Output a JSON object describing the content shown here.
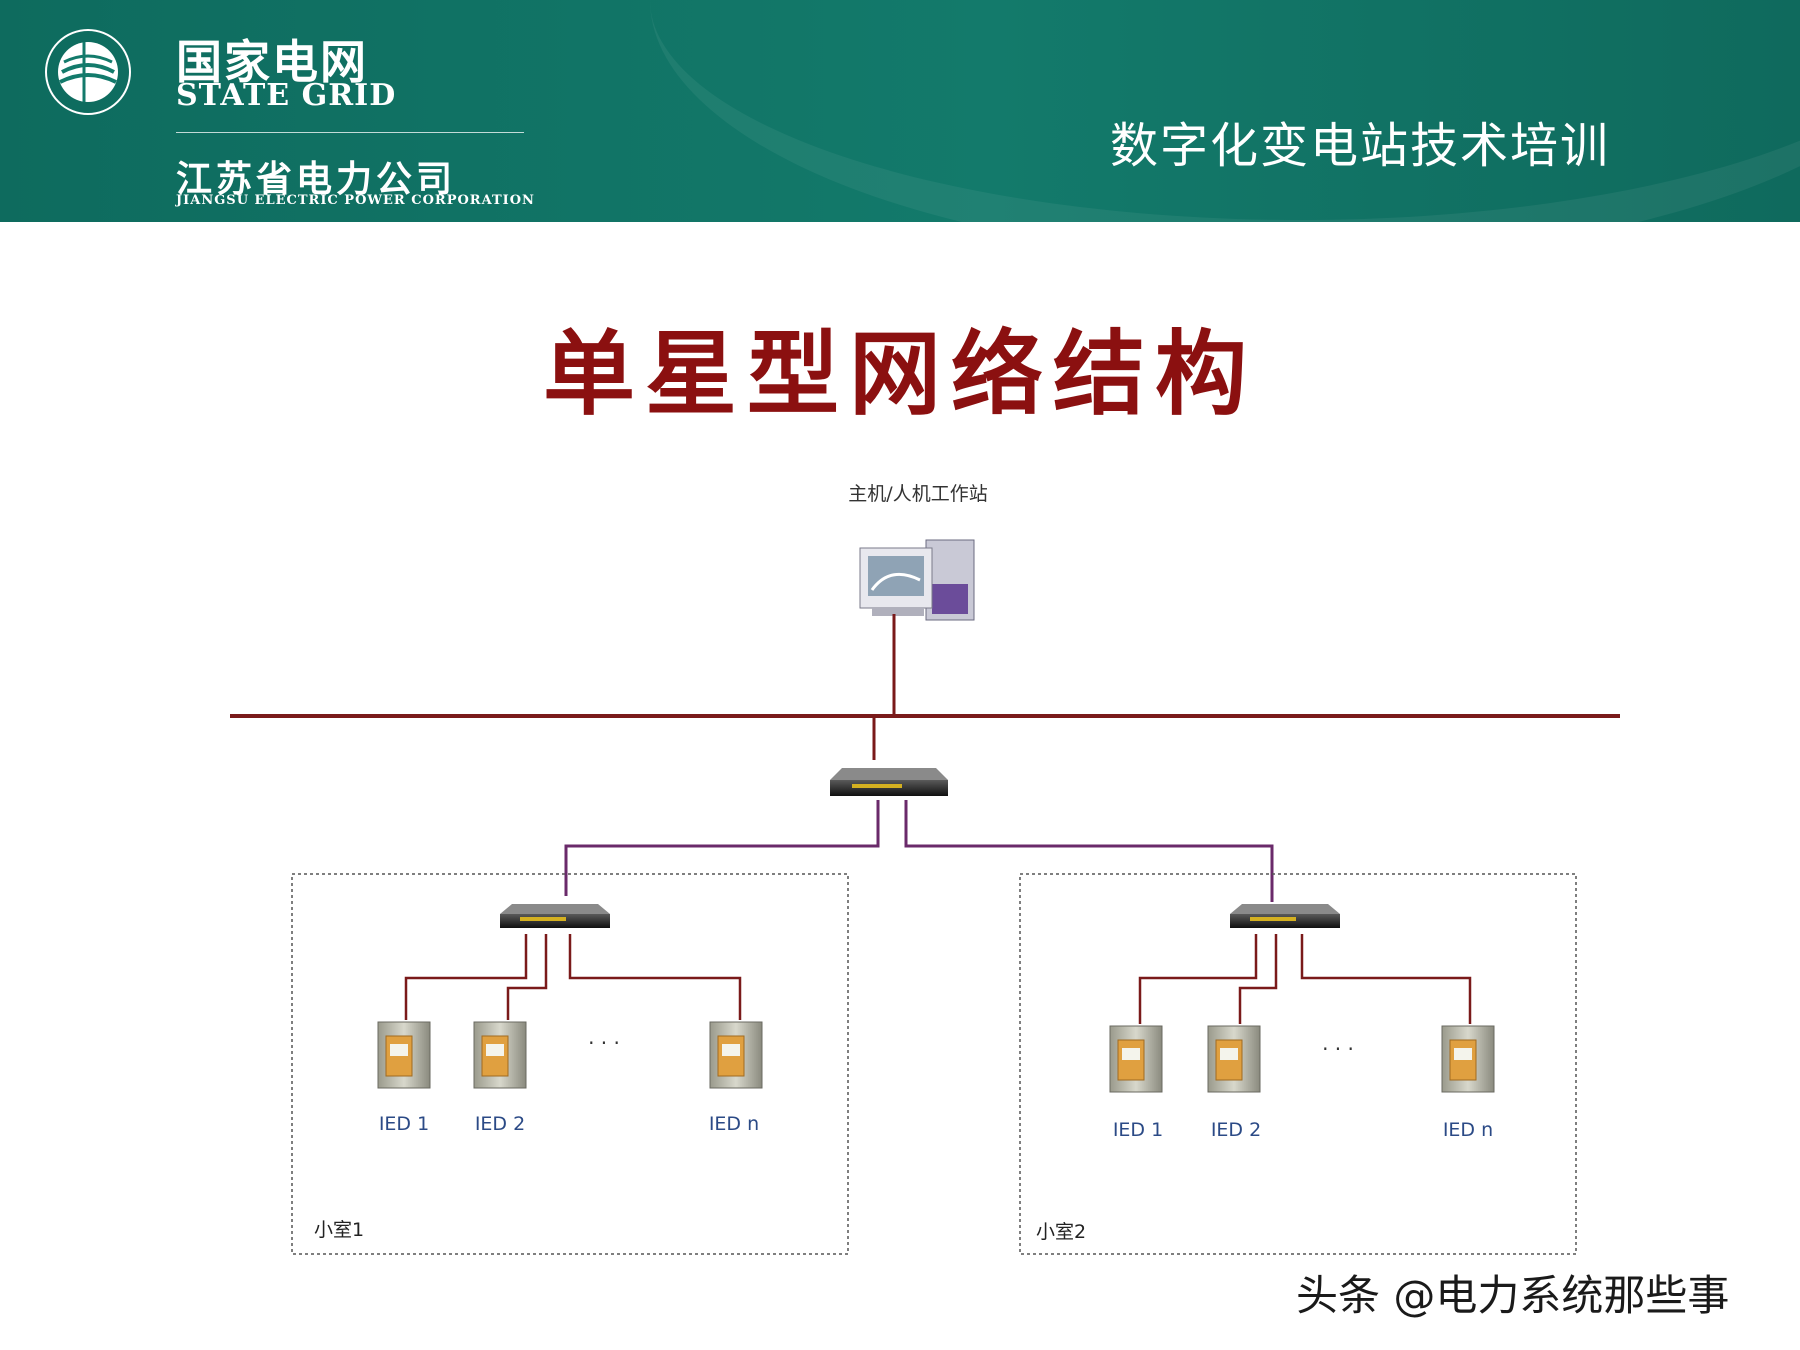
{
  "header": {
    "brand_cn": "国家电网",
    "brand_en": "STATE GRID",
    "company_cn": "江苏省电力公司",
    "company_en": "JIANGSU ELECTRIC POWER CORPORATION",
    "course_title": "数字化变电站技术培训"
  },
  "slide": {
    "title": "单星型网络结构"
  },
  "diagram": {
    "host_label": "主机/人机工作站",
    "rooms": [
      {
        "label": "小室1",
        "ieds": [
          {
            "label": "IED 1"
          },
          {
            "label": "IED 2"
          },
          {
            "label": "IED n"
          }
        ],
        "ellipsis": "· · ·"
      },
      {
        "label": "小室2",
        "ieds": [
          {
            "label": "IED 1"
          },
          {
            "label": "IED 2"
          },
          {
            "label": "IED n"
          }
        ],
        "ellipsis": "· · ·"
      }
    ]
  },
  "watermark": "头条 @电力系统那些事",
  "colors": {
    "header_green": "#0e6b5e",
    "title_red": "#8b1010",
    "bus_line": "#7a1a1a",
    "uplink_line": "#6a2a6a",
    "ied_label": "#2b4a86"
  }
}
